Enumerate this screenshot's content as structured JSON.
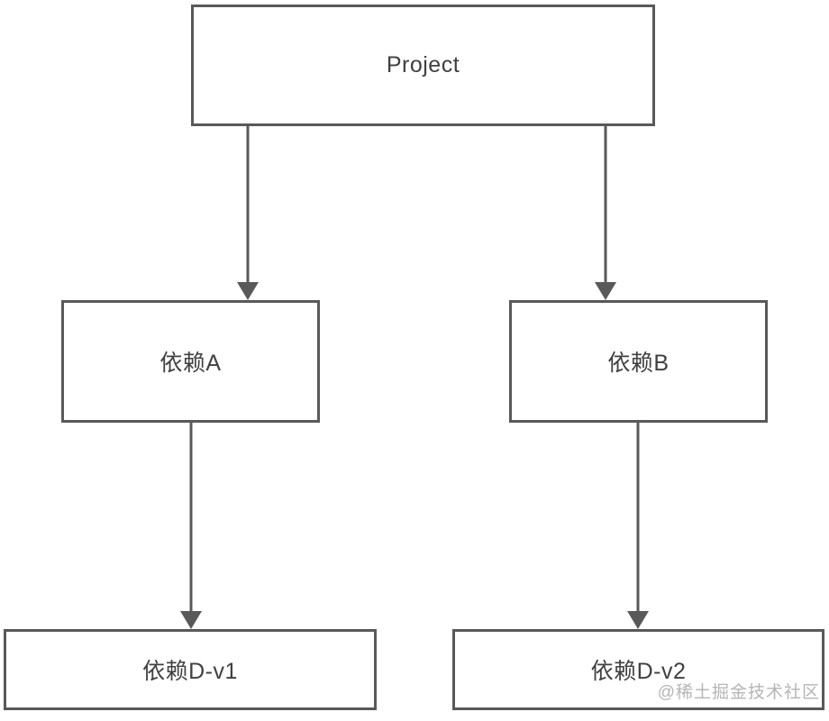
{
  "diagram": {
    "type": "dependency-tree",
    "nodes": {
      "project": {
        "label": "Project"
      },
      "dep_a": {
        "label": "依赖A"
      },
      "dep_b": {
        "label": "依赖B"
      },
      "dep_d_v1": {
        "label": "依赖D-v1"
      },
      "dep_d_v2": {
        "label": "依赖D-v2"
      }
    },
    "edges": [
      {
        "from": "Project",
        "to": "依赖A"
      },
      {
        "from": "Project",
        "to": "依赖B"
      },
      {
        "from": "依赖A",
        "to": "依赖D-v1"
      },
      {
        "from": "依赖B",
        "to": "依赖D-v2"
      }
    ]
  },
  "watermark": {
    "text": "@稀土掘金技术社区"
  },
  "colors": {
    "background": "#ffffff",
    "box_border": "#595959",
    "edge": "#595959",
    "label_text": "#404040",
    "watermark": "#b5b5b5"
  }
}
